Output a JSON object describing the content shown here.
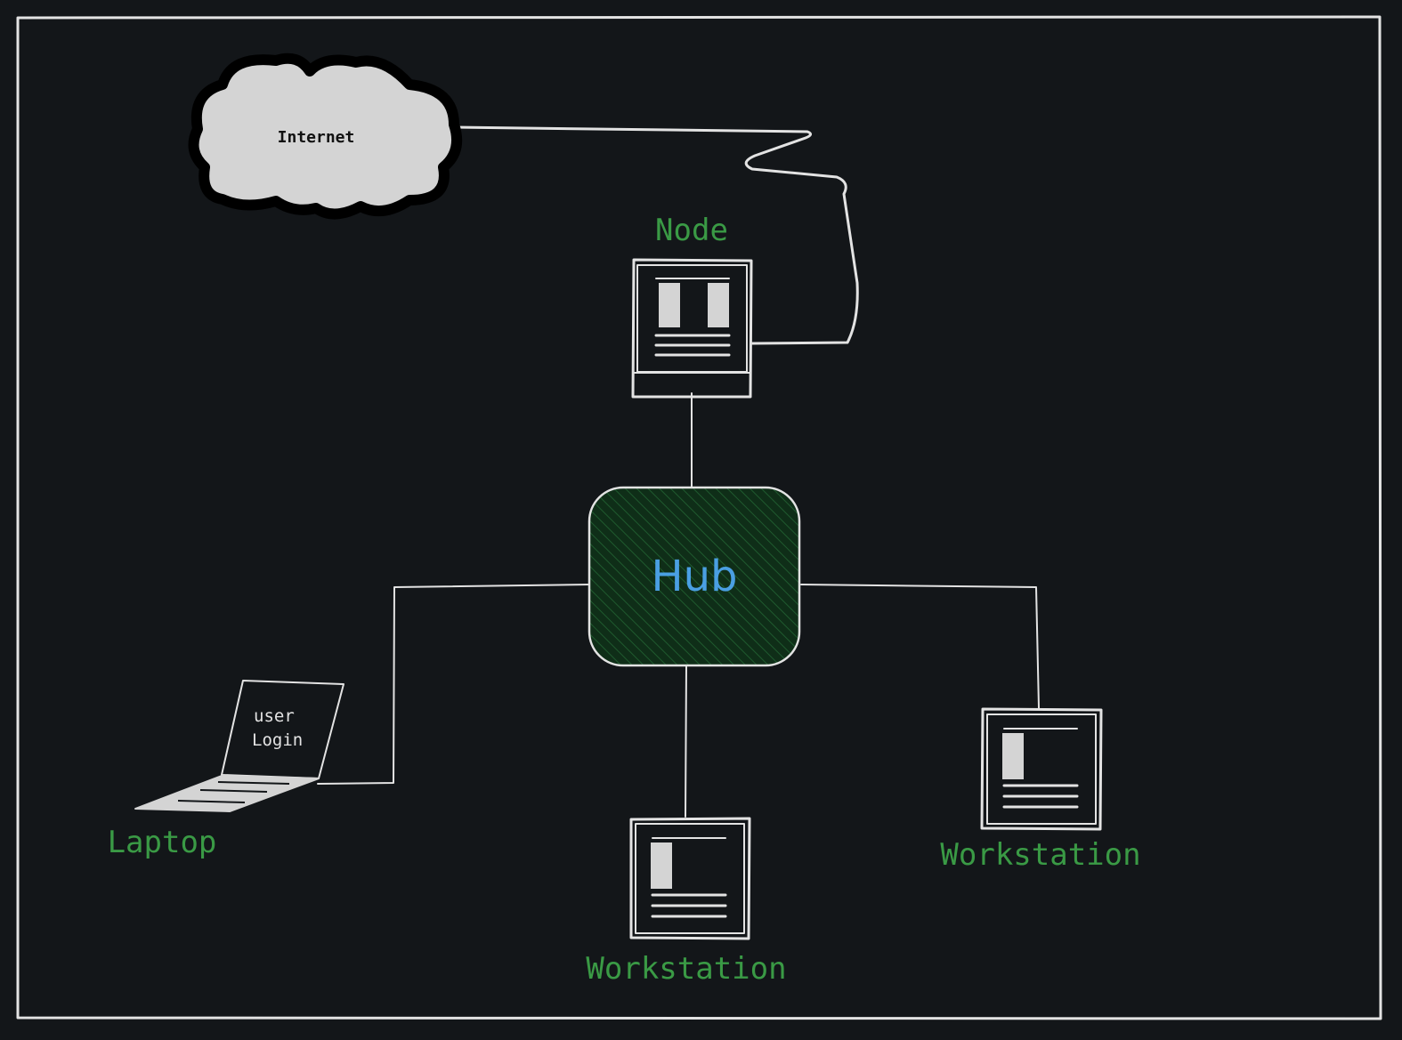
{
  "diagram": {
    "internet": "Internet",
    "node": "Node",
    "hub": "Hub",
    "laptop": "Laptop",
    "laptop_screen_line1": "user",
    "laptop_screen_line2": "Login",
    "workstation_bottom": "Workstation",
    "workstation_right": "Workstation"
  },
  "colors": {
    "background": "#131619",
    "stroke": "#e3e3e3",
    "label_green": "#3a9a45",
    "hub_text_blue": "#4a9fe3",
    "hub_fill": "#0f2e18",
    "cloud_fill": "#d4d4d4",
    "cloud_outline": "#000000"
  },
  "icons": [
    "cloud-icon",
    "server-icon",
    "laptop-icon",
    "workstation-icon"
  ]
}
